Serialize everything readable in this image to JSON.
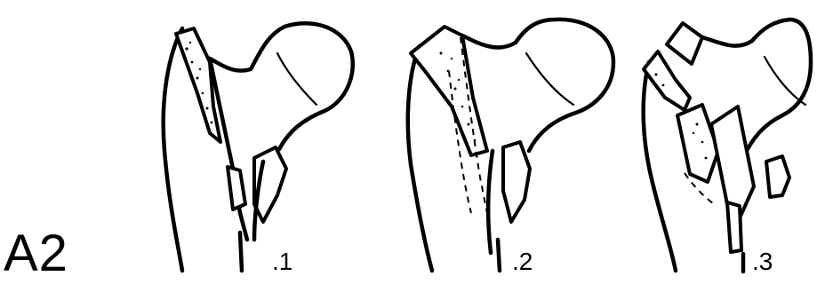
{
  "classification_label": "A2",
  "panels": [
    {
      "label": ".1"
    },
    {
      "label": ".2"
    },
    {
      "label": ".3"
    }
  ],
  "colors": {
    "ink": "#000000",
    "background": "#ffffff"
  }
}
